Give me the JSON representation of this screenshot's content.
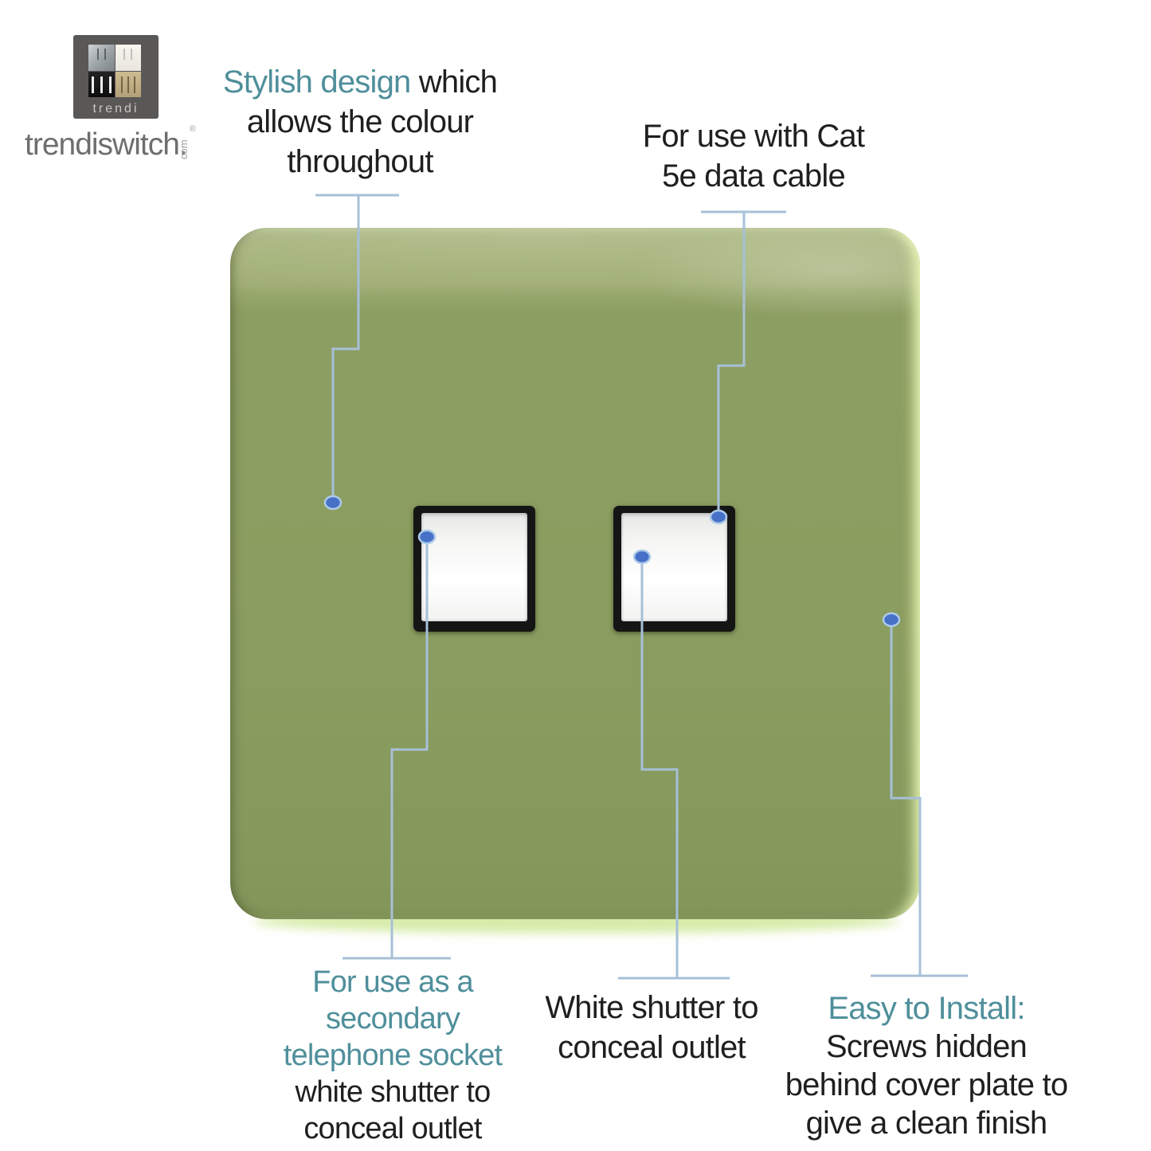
{
  "brand": {
    "logo_label": "trendi",
    "name": "trendiswitch.",
    "domain_suffix": "com",
    "registered_mark": "®"
  },
  "annotations": {
    "stylish": {
      "segments": [
        {
          "text": "Stylish design",
          "style": "teal"
        },
        {
          "text": " which\nallows the colour\nthroughout",
          "style": "dark"
        }
      ]
    },
    "cat5e": {
      "segments": [
        {
          "text": "For use with Cat\n5e data cable",
          "style": "dark"
        }
      ]
    },
    "secondary": {
      "segments": [
        {
          "text": "For use as a\nsecondary\ntelephone socket",
          "style": "teal"
        },
        {
          "text": "\nwhite shutter to\nconceal outlet",
          "style": "dark"
        }
      ]
    },
    "white_shutter": {
      "segments": [
        {
          "text": "White shutter to\nconceal outlet",
          "style": "dark"
        }
      ]
    },
    "easy_install": {
      "segments": [
        {
          "text": "Easy to Install:",
          "style": "teal"
        },
        {
          "text": "\nScrews hidden\nbehind cover plate to\ngive a clean finish",
          "style": "dark"
        }
      ]
    }
  },
  "colors": {
    "accent_teal": "#4f8f9b",
    "text_dark": "#1f1f1f",
    "plate_green_body": "#8b9d60",
    "plate_green_gloss": "#a6b47b",
    "plate_edge_highlight": "#eefcba",
    "plate_under_glow": "#d7ecaa",
    "callout_line": "#a7c0d8",
    "callout_dot_fill": "#4671c6",
    "callout_dot_ring": "#accae9",
    "socket_frame": "#151515",
    "shutter_white": "#ffffff",
    "logo_background": "#5a5757"
  }
}
